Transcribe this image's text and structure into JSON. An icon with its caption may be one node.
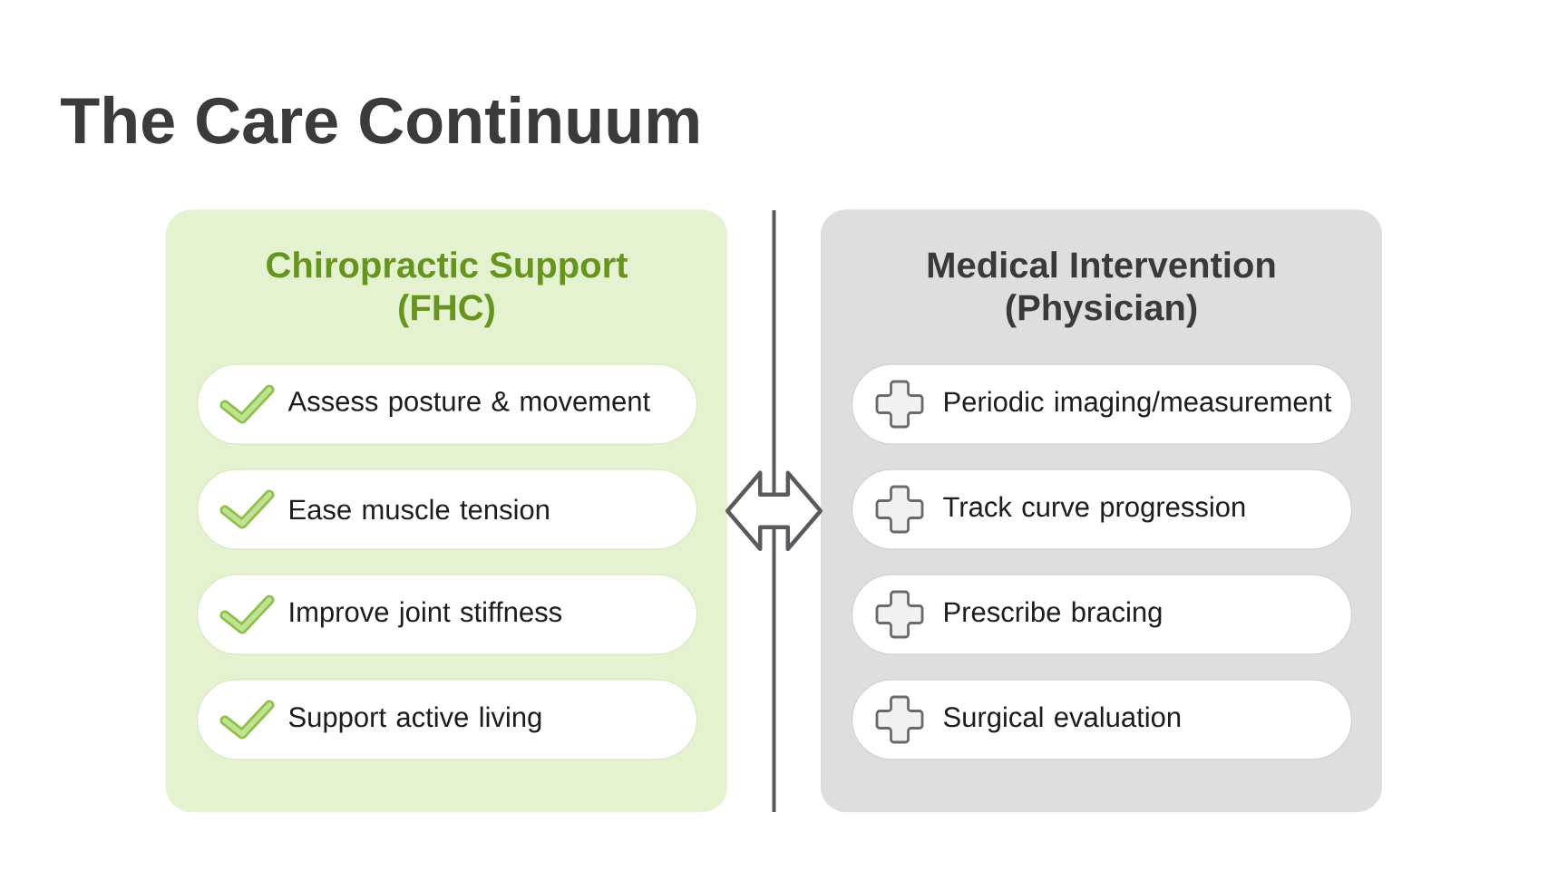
{
  "diagram": {
    "title": "The Care Continuum",
    "nodes": [
      {
        "text": [
          "Chiropractic Support (FHC)"
        ]
      },
      {
        "text": [
          "Assess posture & movement"
        ],
        "in": 0
      },
      {
        "text": [
          "Ease muscle tension"
        ],
        "in": 0
      },
      {
        "text": [
          "Improve joint stiffness"
        ],
        "in": 0
      },
      {
        "text": [
          "Support active living"
        ],
        "in": 0
      },
      {
        "text": [
          "Medical Intervention (Physician)"
        ]
      },
      {
        "text": [
          "Periodic imaging/measurement"
        ],
        "in": 5
      },
      {
        "text": [
          "Track curve progression"
        ],
        "in": 5
      },
      {
        "text": [
          "Prescribe bracing"
        ],
        "in": 5
      },
      {
        "text": [
          "Surgical evaluation"
        ],
        "in": 5
      }
    ],
    "edges": [
      {
        "from": 0,
        "to": 5,
        "arrow": "both"
      }
    ]
  }
}
